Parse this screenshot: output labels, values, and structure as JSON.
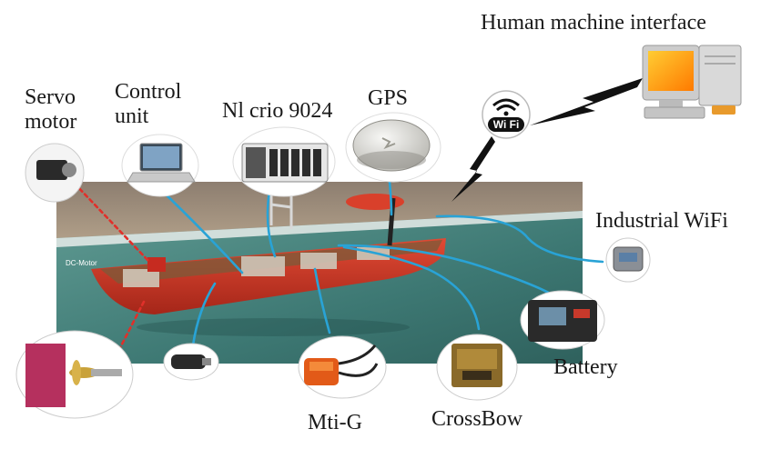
{
  "labels": {
    "servo_motor": "Servo\nmotor",
    "control_unit": "Control\nunit",
    "ni_crio": "Nl crio 9024",
    "gps": "GPS",
    "hmi": "Human machine interface",
    "industrial_wifi": "Industrial WiFi",
    "battery": "Battery",
    "crossbow": "CrossBow",
    "mti_g": "Mti-G",
    "wifi_badge": "Wi Fi",
    "boat_tag": "DC-Motor"
  },
  "colors": {
    "connector": "#29a3d6",
    "boat_hull": "#d9402b",
    "water": "#3f7f7a",
    "sand": "#b9a58a",
    "dashed_link": "#e0302a"
  },
  "icons": [
    "wifi-icon",
    "lightning-icon",
    "laptop-icon",
    "computer-icon"
  ]
}
